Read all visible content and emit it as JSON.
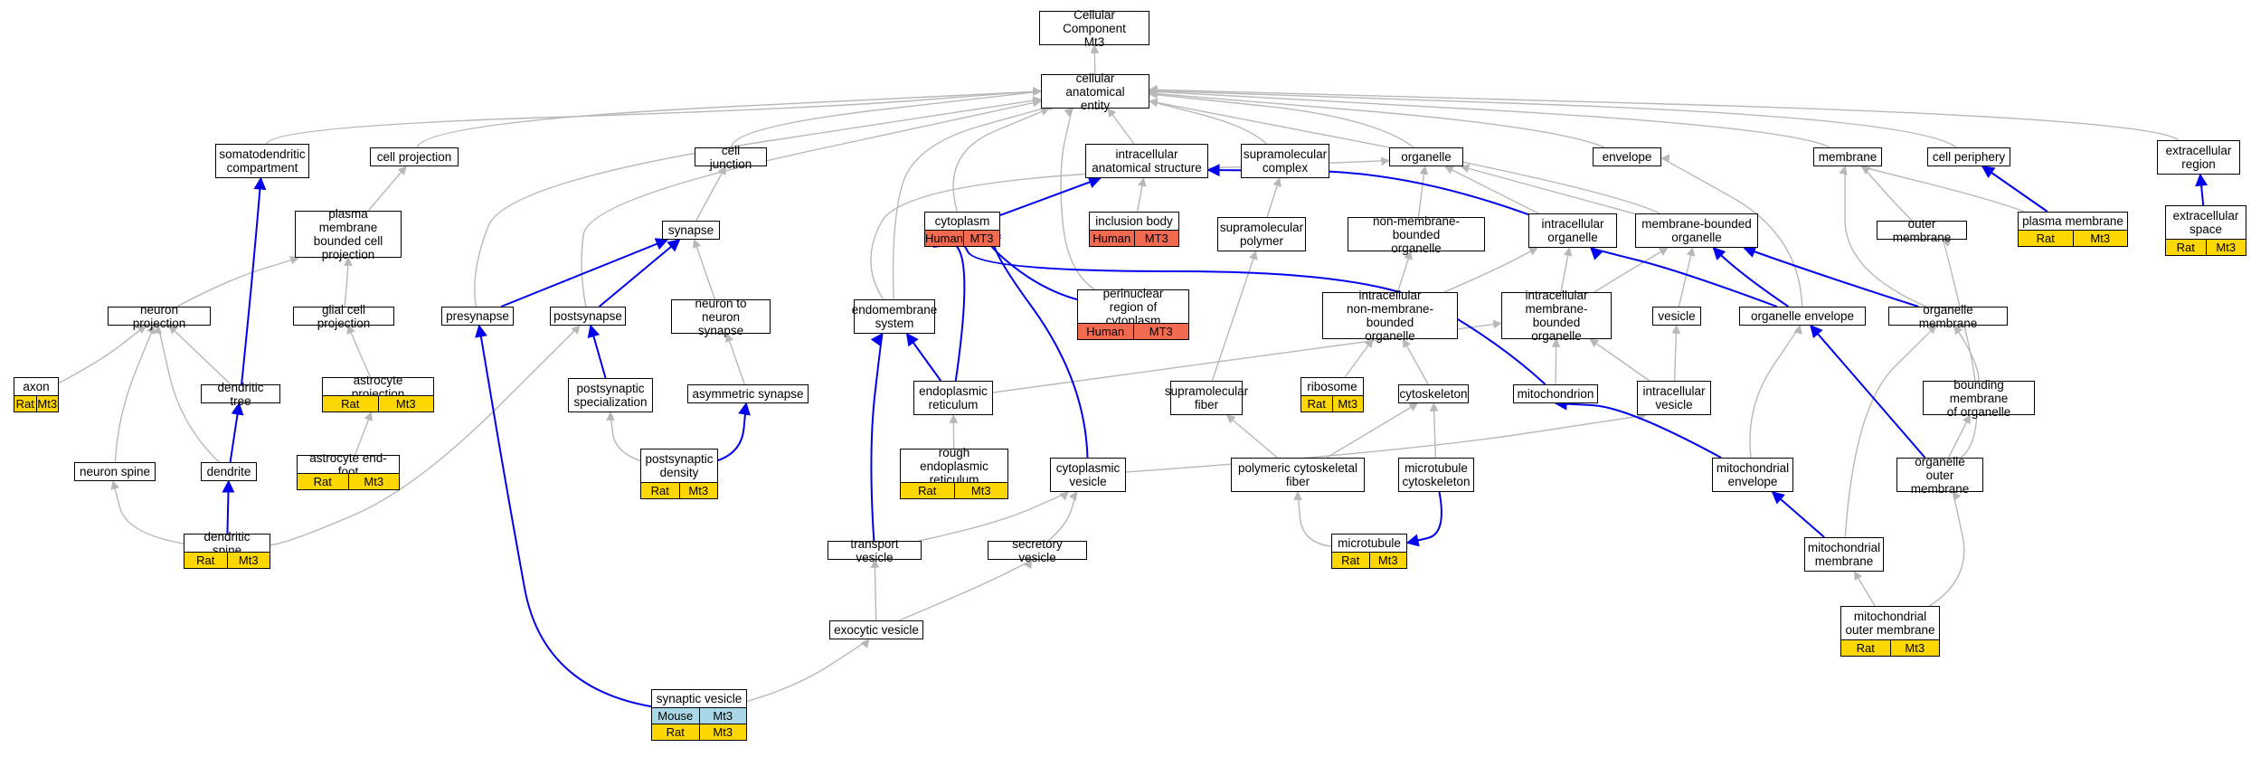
{
  "nodes": {
    "root": "Cellular Component\nMt3",
    "cae": "cellular anatomical\nentity",
    "somato": "somatodendritic\ncompartment",
    "cellproj": "cell projection",
    "celljunc": "cell junction",
    "intracell_as": "intracellular\nanatomical structure",
    "supramol": "supramolecular\ncomplex",
    "organelle": "organelle",
    "envelope": "envelope",
    "membrane": "membrane",
    "cellperiph": "cell periphery",
    "extracellreg": "extracellular\nregion",
    "pmbcp": "plasma membrane\nbounded cell\nprojection",
    "synapse": "synapse",
    "cytoplasm": "cytoplasm",
    "inclusion": "inclusion body",
    "supramolpoly": "supramolecular\npolymer",
    "nonmemorg": "non-membrane-bounded\norganelle",
    "intraorg": "intracellular\norganelle",
    "membound": "membrane-bounded\norganelle",
    "outermem": "outer membrane",
    "plasmamem": "plasma membrane",
    "extracellspace": "extracellular\nspace",
    "neuronproj": "neuron projection",
    "glialproj": "glial cell projection",
    "presynapse": "presynapse",
    "postsynapse": "postsynapse",
    "n2n": "neuron to neuron\nsynapse",
    "endomem": "endomembrane\nsystem",
    "perinuclear": "perinuclear\nregion of cytoplasm",
    "intranonmem": "intracellular\nnon-membrane-bounded\norganelle",
    "intramembound": "intracellular\nmembrane-bounded\norganelle",
    "vesicle": "vesicle",
    "orgenv": "organelle envelope",
    "orgmem": "organelle membrane",
    "axon": "axon",
    "dendtree": "dendritic tree",
    "astroproj": "astrocyte projection",
    "postsynspec": "postsynaptic\nspecialization",
    "asymsyn": "asymmetric synapse",
    "er": "endoplasmic\nreticulum",
    "supramolfiber": "supramolecular\nfiber",
    "ribosome": "ribosome",
    "cytoskeleton": "cytoskeleton",
    "mito": "mitochondrion",
    "intravesicle": "intracellular\nvesicle",
    "boundmem": "bounding membrane\nof organelle",
    "neuronspine": "neuron spine",
    "dendrite": "dendrite",
    "astroendfoot": "astrocyte end-foot",
    "psd": "postsynaptic\ndensity",
    "rer": "rough endoplasmic\nreticulum",
    "cytovesicle": "cytoplasmic\nvesicle",
    "polycytofiber": "polymeric cytoskeletal\nfiber",
    "mtcyto": "microtubule\ncytoskeleton",
    "mitoenv": "mitochondrial\nenvelope",
    "orgoutermem": "organelle outer\nmembrane",
    "dendspine": "dendritic spine",
    "transvesicle": "transport vesicle",
    "secvesicle": "secretory vesicle",
    "microtubule": "microtubule",
    "mitomem": "mitochondrial\nmembrane",
    "exovesicle": "exocytic vesicle",
    "mitooutermem": "mitochondrial\nouter membrane",
    "synvesicle": "synaptic vesicle"
  },
  "annotations": {
    "cytoplasm": [
      [
        "Human",
        "MT3"
      ]
    ],
    "inclusion": [
      [
        "Human",
        "MT3"
      ]
    ],
    "perinuclear": [
      [
        "Human",
        "MT3"
      ]
    ],
    "plasmamem": [
      [
        "Rat",
        "Mt3"
      ]
    ],
    "extracellspace": [
      [
        "Rat",
        "Mt3"
      ]
    ],
    "axon": [
      [
        "Rat",
        "Mt3"
      ]
    ],
    "astroproj": [
      [
        "Rat",
        "Mt3"
      ]
    ],
    "astroendfoot": [
      [
        "Rat",
        "Mt3"
      ]
    ],
    "psd": [
      [
        "Rat",
        "Mt3"
      ]
    ],
    "rer": [
      [
        "Rat",
        "Mt3"
      ]
    ],
    "ribosome": [
      [
        "Rat",
        "Mt3"
      ]
    ],
    "dendspine": [
      [
        "Rat",
        "Mt3"
      ]
    ],
    "microtubule": [
      [
        "Rat",
        "Mt3"
      ]
    ],
    "mitooutermem": [
      [
        "Rat",
        "Mt3"
      ]
    ],
    "synvesicle": [
      [
        "Mouse",
        "Mt3"
      ],
      [
        "Rat",
        "Mt3"
      ]
    ]
  },
  "colors": {
    "Human": "#f26a4f",
    "Rat": "#ffd700",
    "Mouse": "#a8d8e8",
    "edge_is_a": "#b8b8b8",
    "edge_part_of": "#0000ee",
    "node_border": "#000000",
    "background": "#ffffff"
  },
  "edges": [
    {
      "from": "cae",
      "to": "root",
      "type": "is_a"
    },
    {
      "from": "somato",
      "to": "cae",
      "type": "is_a"
    },
    {
      "from": "cellproj",
      "to": "cae",
      "type": "is_a"
    },
    {
      "from": "celljunc",
      "to": "cae",
      "type": "is_a"
    },
    {
      "from": "intracell_as",
      "to": "cae",
      "type": "is_a"
    },
    {
      "from": "supramol",
      "to": "cae",
      "type": "is_a"
    },
    {
      "from": "organelle",
      "to": "cae",
      "type": "is_a"
    },
    {
      "from": "envelope",
      "to": "cae",
      "type": "is_a"
    },
    {
      "from": "membrane",
      "to": "cae",
      "type": "is_a"
    },
    {
      "from": "cellperiph",
      "to": "cae",
      "type": "is_a"
    },
    {
      "from": "extracellreg",
      "to": "cae",
      "type": "is_a"
    },
    {
      "from": "cytoplasm",
      "to": "cae",
      "type": "is_a"
    },
    {
      "from": "presynapse",
      "to": "cae",
      "type": "is_a"
    },
    {
      "from": "postsynapse",
      "to": "cae",
      "type": "is_a"
    },
    {
      "from": "endomem",
      "to": "cae",
      "type": "is_a"
    },
    {
      "from": "perinuclear",
      "to": "cae",
      "type": "is_a"
    },
    {
      "from": "pmbcp",
      "to": "cellproj",
      "type": "is_a"
    },
    {
      "from": "synapse",
      "to": "celljunc",
      "type": "is_a"
    },
    {
      "from": "inclusion",
      "to": "intracell_as",
      "type": "is_a"
    },
    {
      "from": "supramolpoly",
      "to": "supramol",
      "type": "is_a"
    },
    {
      "from": "nonmemorg",
      "to": "organelle",
      "type": "is_a"
    },
    {
      "from": "intraorg",
      "to": "organelle",
      "type": "is_a"
    },
    {
      "from": "membound",
      "to": "organelle",
      "type": "is_a"
    },
    {
      "from": "outermem",
      "to": "membrane",
      "type": "is_a"
    },
    {
      "from": "orgmem",
      "to": "membrane",
      "type": "is_a"
    },
    {
      "from": "plasmamem",
      "to": "membrane",
      "type": "is_a"
    },
    {
      "from": "orgenv",
      "to": "envelope",
      "type": "is_a"
    },
    {
      "from": "neuronproj",
      "to": "pmbcp",
      "type": "is_a"
    },
    {
      "from": "glialproj",
      "to": "pmbcp",
      "type": "is_a"
    },
    {
      "from": "n2n",
      "to": "synapse",
      "type": "is_a"
    },
    {
      "from": "intranonmem",
      "to": "nonmemorg",
      "type": "is_a"
    },
    {
      "from": "intranonmem",
      "to": "intraorg",
      "type": "is_a"
    },
    {
      "from": "intramembound",
      "to": "intraorg",
      "type": "is_a"
    },
    {
      "from": "intramembound",
      "to": "membound",
      "type": "is_a"
    },
    {
      "from": "vesicle",
      "to": "membound",
      "type": "is_a"
    },
    {
      "from": "axon",
      "to": "neuronproj",
      "type": "is_a"
    },
    {
      "from": "dendtree",
      "to": "neuronproj",
      "type": "is_a"
    },
    {
      "from": "dendrite",
      "to": "neuronproj",
      "type": "is_a"
    },
    {
      "from": "neuronspine",
      "to": "neuronproj",
      "type": "is_a"
    },
    {
      "from": "astroproj",
      "to": "glialproj",
      "type": "is_a"
    },
    {
      "from": "astroendfoot",
      "to": "astroproj",
      "type": "is_a"
    },
    {
      "from": "postsynspec",
      "to": "postsynapse",
      "type": "is_a"
    },
    {
      "from": "asymsyn",
      "to": "n2n",
      "type": "is_a"
    },
    {
      "from": "psd",
      "to": "postsynspec",
      "type": "is_a"
    },
    {
      "from": "rer",
      "to": "er",
      "type": "is_a"
    },
    {
      "from": "er",
      "to": "intramembound",
      "type": "is_a"
    },
    {
      "from": "supramolfiber",
      "to": "supramolpoly",
      "type": "is_a"
    },
    {
      "from": "polycytofiber",
      "to": "supramolfiber",
      "type": "is_a"
    },
    {
      "from": "ribosome",
      "to": "intranonmem",
      "type": "is_a"
    },
    {
      "from": "cytoskeleton",
      "to": "intranonmem",
      "type": "is_a"
    },
    {
      "from": "mtcyto",
      "to": "cytoskeleton",
      "type": "is_a"
    },
    {
      "from": "polycytofiber",
      "to": "cytoskeleton",
      "type": "is_a"
    },
    {
      "from": "microtubule",
      "to": "polycytofiber",
      "type": "is_a"
    },
    {
      "from": "mito",
      "to": "intramembound",
      "type": "is_a"
    },
    {
      "from": "intravesicle",
      "to": "intramembound",
      "type": "is_a"
    },
    {
      "from": "intravesicle",
      "to": "vesicle",
      "type": "is_a"
    },
    {
      "from": "cytovesicle",
      "to": "intravesicle",
      "type": "is_a"
    },
    {
      "from": "boundmem",
      "to": "orgmem",
      "type": "is_a"
    },
    {
      "from": "orgoutermem",
      "to": "boundmem",
      "type": "is_a"
    },
    {
      "from": "orgoutermem",
      "to": "outermem",
      "type": "is_a"
    },
    {
      "from": "mitoenv",
      "to": "orgenv",
      "type": "is_a"
    },
    {
      "from": "mitomem",
      "to": "orgmem",
      "type": "is_a"
    },
    {
      "from": "mitooutermem",
      "to": "mitomem",
      "type": "is_a"
    },
    {
      "from": "mitooutermem",
      "to": "orgoutermem",
      "type": "is_a"
    },
    {
      "from": "dendspine",
      "to": "neuronspine",
      "type": "is_a"
    },
    {
      "from": "dendspine",
      "to": "postsynapse",
      "type": "is_a"
    },
    {
      "from": "transvesicle",
      "to": "cytovesicle",
      "type": "is_a"
    },
    {
      "from": "secvesicle",
      "to": "cytovesicle",
      "type": "is_a"
    },
    {
      "from": "exovesicle",
      "to": "transvesicle",
      "type": "is_a"
    },
    {
      "from": "exovesicle",
      "to": "secvesicle",
      "type": "is_a"
    },
    {
      "from": "synvesicle",
      "to": "exovesicle",
      "type": "is_a"
    },
    {
      "from": "endomem",
      "to": "organelle",
      "type": "is_a"
    },
    {
      "from": "membound",
      "to": "cae",
      "type": "is_a"
    },
    {
      "from": "cytoplasm",
      "to": "intracell_as",
      "type": "part_of"
    },
    {
      "from": "intraorg",
      "to": "intracell_as",
      "type": "part_of"
    },
    {
      "from": "plasmamem",
      "to": "cellperiph",
      "type": "part_of"
    },
    {
      "from": "extracellspace",
      "to": "extracellreg",
      "type": "part_of"
    },
    {
      "from": "dendtree",
      "to": "somato",
      "type": "part_of"
    },
    {
      "from": "presynapse",
      "to": "synapse",
      "type": "part_of"
    },
    {
      "from": "postsynapse",
      "to": "synapse",
      "type": "part_of"
    },
    {
      "from": "postsynspec",
      "to": "postsynapse",
      "type": "part_of"
    },
    {
      "from": "er",
      "to": "endomem",
      "type": "part_of"
    },
    {
      "from": "er",
      "to": "cytoplasm",
      "type": "part_of"
    },
    {
      "from": "perinuclear",
      "to": "cytoplasm",
      "type": "part_of"
    },
    {
      "from": "mito",
      "to": "cytoplasm",
      "type": "part_of"
    },
    {
      "from": "cytovesicle",
      "to": "cytoplasm",
      "type": "part_of"
    },
    {
      "from": "orgenv",
      "to": "intraorg",
      "type": "part_of"
    },
    {
      "from": "orgenv",
      "to": "membound",
      "type": "part_of"
    },
    {
      "from": "orgmem",
      "to": "membound",
      "type": "part_of"
    },
    {
      "from": "dendrite",
      "to": "dendtree",
      "type": "part_of"
    },
    {
      "from": "dendspine",
      "to": "dendrite",
      "type": "part_of"
    },
    {
      "from": "psd",
      "to": "asymsyn",
      "type": "part_of"
    },
    {
      "from": "mtcyto",
      "to": "microtubule",
      "type": "part_of"
    },
    {
      "from": "mitoenv",
      "to": "mito",
      "type": "part_of"
    },
    {
      "from": "orgoutermem",
      "to": "orgenv",
      "type": "part_of"
    },
    {
      "from": "mitomem",
      "to": "mitoenv",
      "type": "part_of"
    },
    {
      "from": "transvesicle",
      "to": "endomem",
      "type": "part_of"
    },
    {
      "from": "synvesicle",
      "to": "presynapse",
      "type": "part_of"
    }
  ]
}
